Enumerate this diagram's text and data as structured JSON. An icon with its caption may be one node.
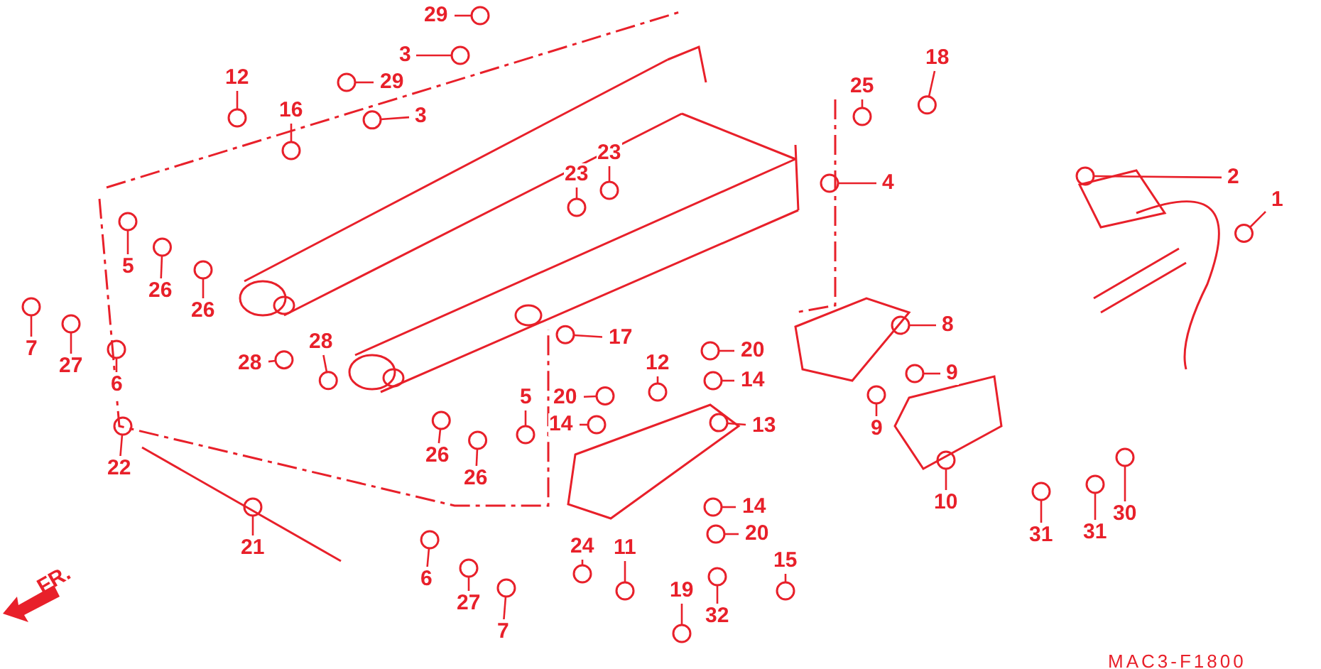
{
  "diagram": {
    "nodes": [
      {
        "text": [
          "29"
        ]
      },
      {
        "text": [
          "3"
        ]
      },
      {
        "text": [
          "12"
        ]
      },
      {
        "text": [
          "16"
        ]
      },
      {
        "text": [
          "29"
        ]
      },
      {
        "text": [
          "3"
        ]
      },
      {
        "text": [
          "18"
        ]
      },
      {
        "text": [
          "25"
        ]
      },
      {
        "text": [
          "23"
        ]
      },
      {
        "text": [
          "23"
        ]
      },
      {
        "text": [
          "4"
        ]
      },
      {
        "text": [
          "2"
        ]
      },
      {
        "text": [
          "1"
        ]
      },
      {
        "text": [
          "5"
        ]
      },
      {
        "text": [
          "26"
        ]
      },
      {
        "text": [
          "26"
        ]
      },
      {
        "text": [
          "7"
        ]
      },
      {
        "text": [
          "27"
        ]
      },
      {
        "text": [
          "6"
        ]
      },
      {
        "text": [
          "28"
        ]
      },
      {
        "text": [
          "28"
        ]
      },
      {
        "text": [
          "17"
        ]
      },
      {
        "text": [
          "12"
        ]
      },
      {
        "text": [
          "20"
        ]
      },
      {
        "text": [
          "14"
        ]
      },
      {
        "text": [
          "8"
        ]
      },
      {
        "text": [
          "20"
        ]
      },
      {
        "text": [
          "14"
        ]
      },
      {
        "text": [
          "5"
        ]
      },
      {
        "text": [
          "13"
        ]
      },
      {
        "text": [
          "9"
        ]
      },
      {
        "text": [
          "9"
        ]
      },
      {
        "text": [
          "26"
        ]
      },
      {
        "text": [
          "26"
        ]
      },
      {
        "text": [
          "22"
        ]
      },
      {
        "text": [
          "21"
        ]
      },
      {
        "text": [
          "10"
        ]
      },
      {
        "text": [
          "30"
        ]
      },
      {
        "text": [
          "31"
        ]
      },
      {
        "text": [
          "31"
        ]
      },
      {
        "text": [
          "14"
        ]
      },
      {
        "text": [
          "20"
        ]
      },
      {
        "text": [
          "24"
        ]
      },
      {
        "text": [
          "11"
        ]
      },
      {
        "text": [
          "15"
        ]
      },
      {
        "text": [
          "6"
        ]
      },
      {
        "text": [
          "27"
        ]
      },
      {
        "text": [
          "19"
        ]
      },
      {
        "text": [
          "32"
        ]
      },
      {
        "text": [
          "7"
        ]
      },
      {
        "text": [],
        "shape": "circle"
      },
      {
        "text": [],
        "shape": "circle"
      },
      {
        "text": [],
        "shape": "circle"
      },
      {
        "text": [],
        "shape": "circle"
      },
      {
        "text": [],
        "shape": "circle"
      },
      {
        "text": [],
        "shape": "circle"
      },
      {
        "text": [],
        "shape": "circle"
      },
      {
        "text": [],
        "shape": "circle"
      },
      {
        "text": [],
        "shape": "circle"
      },
      {
        "text": [],
        "shape": "circle"
      },
      {
        "text": [],
        "shape": "circle"
      },
      {
        "text": [],
        "shape": "circle"
      },
      {
        "text": [],
        "shape": "circle"
      },
      {
        "text": [],
        "shape": "circle"
      },
      {
        "text": [],
        "shape": "circle"
      },
      {
        "text": [],
        "shape": "circle"
      },
      {
        "text": [],
        "shape": "circle"
      },
      {
        "text": [],
        "shape": "circle"
      },
      {
        "text": [],
        "shape": "circle"
      },
      {
        "text": [],
        "shape": "circle"
      },
      {
        "text": [],
        "shape": "circle"
      },
      {
        "text": [],
        "shape": "circle"
      },
      {
        "text": [],
        "shape": "circle"
      },
      {
        "text": [],
        "shape": "circle"
      },
      {
        "text": [],
        "shape": "circle"
      },
      {
        "text": [],
        "shape": "circle"
      },
      {
        "text": [],
        "shape": "circle"
      },
      {
        "text": [],
        "shape": "circle"
      },
      {
        "text": [],
        "shape": "circle"
      },
      {
        "text": [],
        "shape": "circle"
      },
      {
        "text": [],
        "shape": "circle"
      },
      {
        "text": [],
        "shape": "circle"
      },
      {
        "text": [],
        "shape": "circle"
      },
      {
        "text": [],
        "shape": "circle"
      },
      {
        "text": [],
        "shape": "circle"
      },
      {
        "text": [],
        "shape": "circle"
      },
      {
        "text": [],
        "shape": "circle"
      },
      {
        "text": [],
        "shape": "circle"
      },
      {
        "text": [],
        "shape": "circle"
      },
      {
        "text": [],
        "shape": "circle"
      },
      {
        "text": [],
        "shape": "circle"
      },
      {
        "text": [],
        "shape": "circle"
      },
      {
        "text": [],
        "shape": "circle"
      },
      {
        "text": [],
        "shape": "circle"
      },
      {
        "text": [],
        "shape": "circle"
      },
      {
        "text": [],
        "shape": "circle"
      },
      {
        "text": [],
        "shape": "circle"
      },
      {
        "text": [],
        "shape": "circle"
      },
      {
        "text": [],
        "shape": "circle"
      },
      {
        "text": [],
        "shape": "circle"
      }
    ],
    "edges": [
      {
        "from": 0,
        "to": 50,
        "arrow": "none"
      },
      {
        "from": 1,
        "to": 51,
        "arrow": "none"
      },
      {
        "from": 2,
        "to": 52,
        "arrow": "none"
      },
      {
        "from": 3,
        "to": 53,
        "arrow": "none"
      },
      {
        "from": 4,
        "to": 54,
        "arrow": "none"
      },
      {
        "from": 5,
        "to": 55,
        "arrow": "none"
      },
      {
        "from": 6,
        "to": 56,
        "arrow": "none"
      },
      {
        "from": 7,
        "to": 57,
        "arrow": "none"
      },
      {
        "from": 8,
        "to": 58,
        "arrow": "none"
      },
      {
        "from": 9,
        "to": 59,
        "arrow": "none"
      },
      {
        "from": 10,
        "to": 60,
        "arrow": "none"
      },
      {
        "from": 11,
        "to": 61,
        "arrow": "none"
      },
      {
        "from": 12,
        "to": 62,
        "arrow": "none"
      },
      {
        "from": 13,
        "to": 63,
        "arrow": "none"
      },
      {
        "from": 14,
        "to": 64,
        "arrow": "none"
      },
      {
        "from": 15,
        "to": 65,
        "arrow": "none"
      },
      {
        "from": 16,
        "to": 66,
        "arrow": "none"
      },
      {
        "from": 17,
        "to": 67,
        "arrow": "none"
      },
      {
        "from": 18,
        "to": 68,
        "arrow": "none"
      },
      {
        "from": 19,
        "to": 69,
        "arrow": "none"
      },
      {
        "from": 20,
        "to": 70,
        "arrow": "none"
      },
      {
        "from": 21,
        "to": 71,
        "arrow": "none"
      },
      {
        "from": 22,
        "to": 72,
        "arrow": "none"
      },
      {
        "from": 23,
        "to": 73,
        "arrow": "none"
      },
      {
        "from": 24,
        "to": 74,
        "arrow": "none"
      },
      {
        "from": 25,
        "to": 75,
        "arrow": "none"
      },
      {
        "from": 26,
        "to": 76,
        "arrow": "none"
      },
      {
        "from": 27,
        "to": 77,
        "arrow": "none"
      },
      {
        "from": 28,
        "to": 78,
        "arrow": "none"
      },
      {
        "from": 29,
        "to": 79,
        "arrow": "none"
      },
      {
        "from": 30,
        "to": 80,
        "arrow": "none"
      },
      {
        "from": 31,
        "to": 81,
        "arrow": "none"
      },
      {
        "from": 32,
        "to": 82,
        "arrow": "none"
      },
      {
        "from": 33,
        "to": 83,
        "arrow": "none"
      },
      {
        "from": 34,
        "to": 84,
        "arrow": "none"
      },
      {
        "from": 35,
        "to": 85,
        "arrow": "none"
      },
      {
        "from": 36,
        "to": 86,
        "arrow": "none"
      },
      {
        "from": 37,
        "to": 87,
        "arrow": "none"
      },
      {
        "from": 38,
        "to": 88,
        "arrow": "none"
      },
      {
        "from": 39,
        "to": 89,
        "arrow": "none"
      },
      {
        "from": 40,
        "to": 90,
        "arrow": "none"
      },
      {
        "from": 41,
        "to": 91,
        "arrow": "none"
      },
      {
        "from": 42,
        "to": 92,
        "arrow": "none"
      },
      {
        "from": 43,
        "to": 93,
        "arrow": "none"
      },
      {
        "from": 44,
        "to": 94,
        "arrow": "none"
      },
      {
        "from": 45,
        "to": 95,
        "arrow": "none"
      },
      {
        "from": 46,
        "to": 96,
        "arrow": "none"
      },
      {
        "from": 47,
        "to": 97,
        "arrow": "none"
      },
      {
        "from": 48,
        "to": 98,
        "arrow": "none"
      },
      {
        "from": 49,
        "to": 99,
        "arrow": "none"
      }
    ],
    "labels": [
      "FR.",
      "MAC3-F1800"
    ]
  }
}
